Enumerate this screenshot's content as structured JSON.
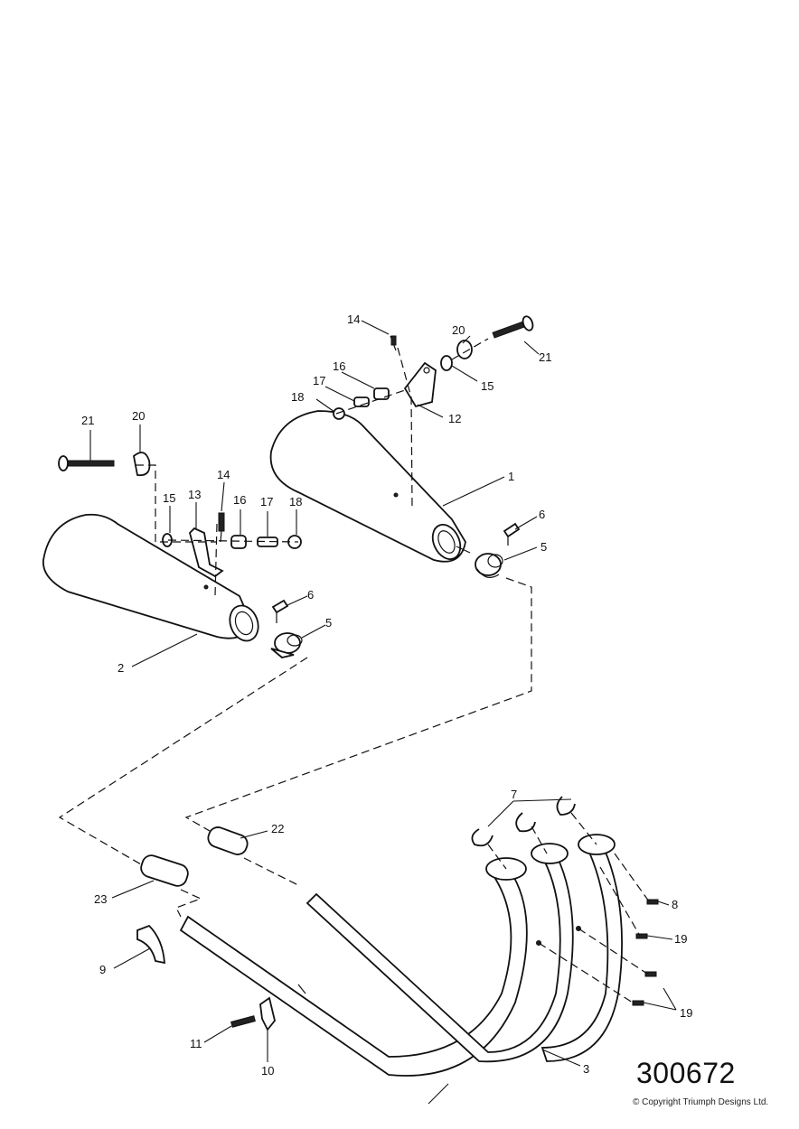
{
  "diagram_number": "300672",
  "copyright": "© Copyright Triumph Designs Ltd.",
  "callouts": {
    "c1": "1",
    "c2": "2",
    "c3": "3",
    "c5a": "5",
    "c5b": "5",
    "c6a": "6",
    "c6b": "6",
    "c7": "7",
    "c8": "8",
    "c9": "9",
    "c10": "10",
    "c11": "11",
    "c12": "12",
    "c13": "13",
    "c14a": "14",
    "c14b": "14",
    "c15a": "15",
    "c15b": "15",
    "c16a": "16",
    "c16b": "16",
    "c17a": "17",
    "c17b": "17",
    "c18a": "18",
    "c18b": "18",
    "c19a": "19",
    "c19b": "19",
    "c20a": "20",
    "c20b": "20",
    "c21a": "21",
    "c21b": "21",
    "c22": "22",
    "c23": "23"
  }
}
